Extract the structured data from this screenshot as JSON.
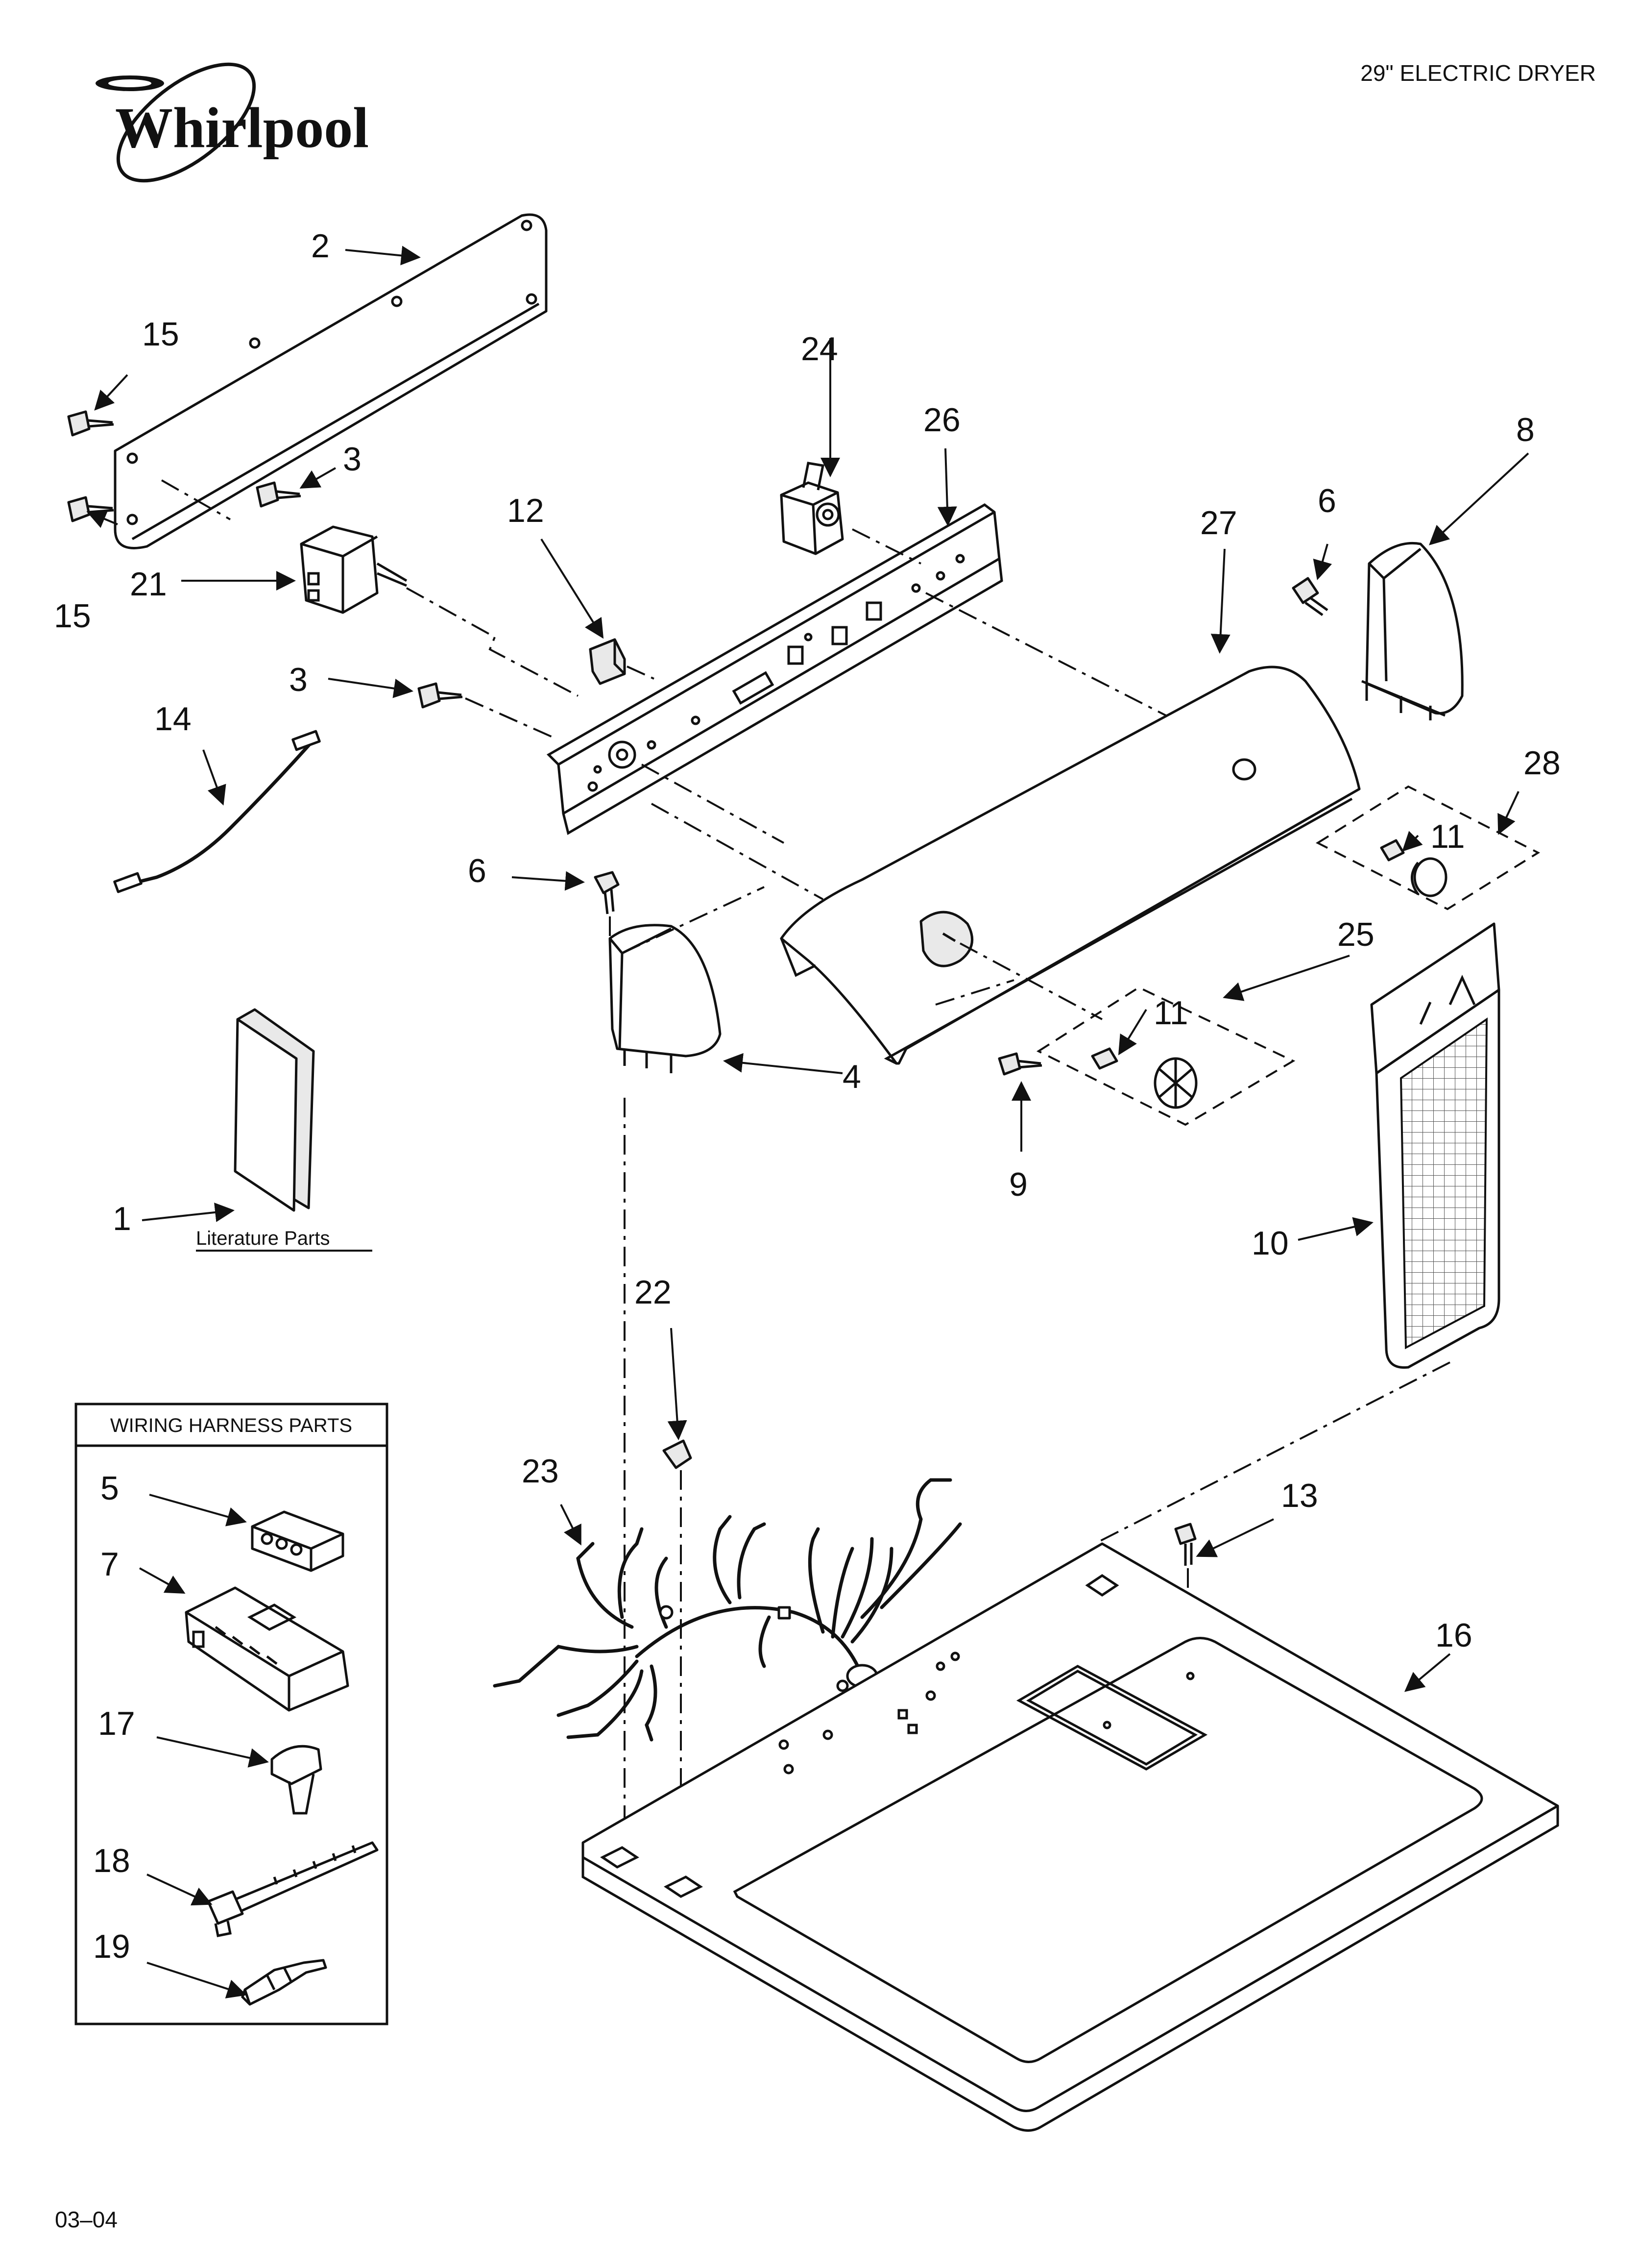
{
  "header": {
    "brand": "Whirlpool",
    "model_title": "29\" ELECTRIC DRYER",
    "footer_code": "03–04"
  },
  "labels": {
    "literature_parts": "Literature Parts",
    "wiring_harness_parts": "WIRING HARNESS PARTS"
  },
  "callouts": {
    "c1": "1",
    "c2": "2",
    "c3a": "3",
    "c3b": "3",
    "c4": "4",
    "c5": "5",
    "c6a": "6",
    "c6b": "6",
    "c7": "7",
    "c8": "8",
    "c9": "9",
    "c10": "10",
    "c11a": "11",
    "c11b": "11",
    "c12": "12",
    "c13": "13",
    "c14": "14",
    "c15a": "15",
    "c15b": "15",
    "c16": "16",
    "c17": "17",
    "c18": "18",
    "c19": "19",
    "c21": "21",
    "c22": "22",
    "c23": "23",
    "c24": "24",
    "c25": "25",
    "c26": "26",
    "c27": "27",
    "c28": "28"
  }
}
